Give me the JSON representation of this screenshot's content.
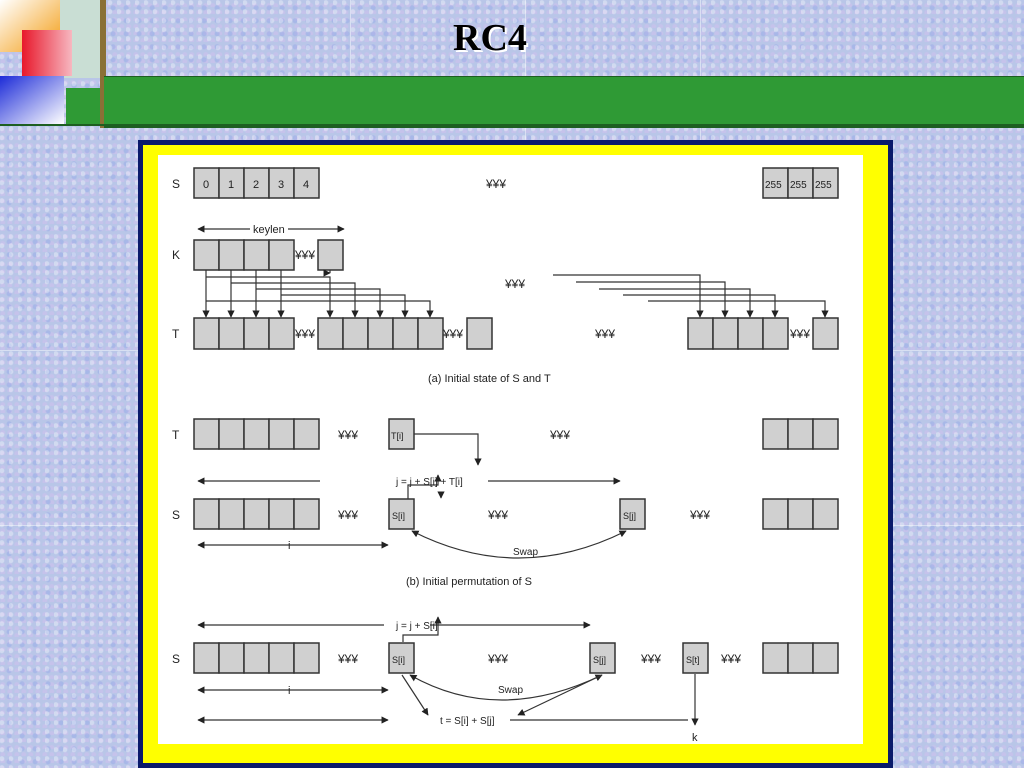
{
  "slide": {
    "title": "RC4"
  },
  "diagram": {
    "row_labels": {
      "s": "S",
      "k": "K",
      "t": "T"
    },
    "s_values": [
      "0",
      "1",
      "2",
      "3",
      "4"
    ],
    "s_end_values": [
      "255",
      "255",
      "255"
    ],
    "ellipsis": "¥¥¥",
    "keylen_label": "keylen",
    "caption_a": "(a) Initial state of S and T",
    "caption_b": "(b) Initial permutation of S",
    "b_ti": "T[i]",
    "b_si": "S[i]",
    "b_sj": "S[j]",
    "b_formula": "j = j + S[i] + T[i]",
    "b_i": "i",
    "b_swap": "Swap",
    "c_formula_j": "j = j + S[i]",
    "c_si": "S[i]",
    "c_sj": "S[j]",
    "c_st": "S[t]",
    "c_i": "i",
    "c_swap": "Swap",
    "c_formula_t": "t = S[i] + S[j]",
    "c_k": "k"
  }
}
